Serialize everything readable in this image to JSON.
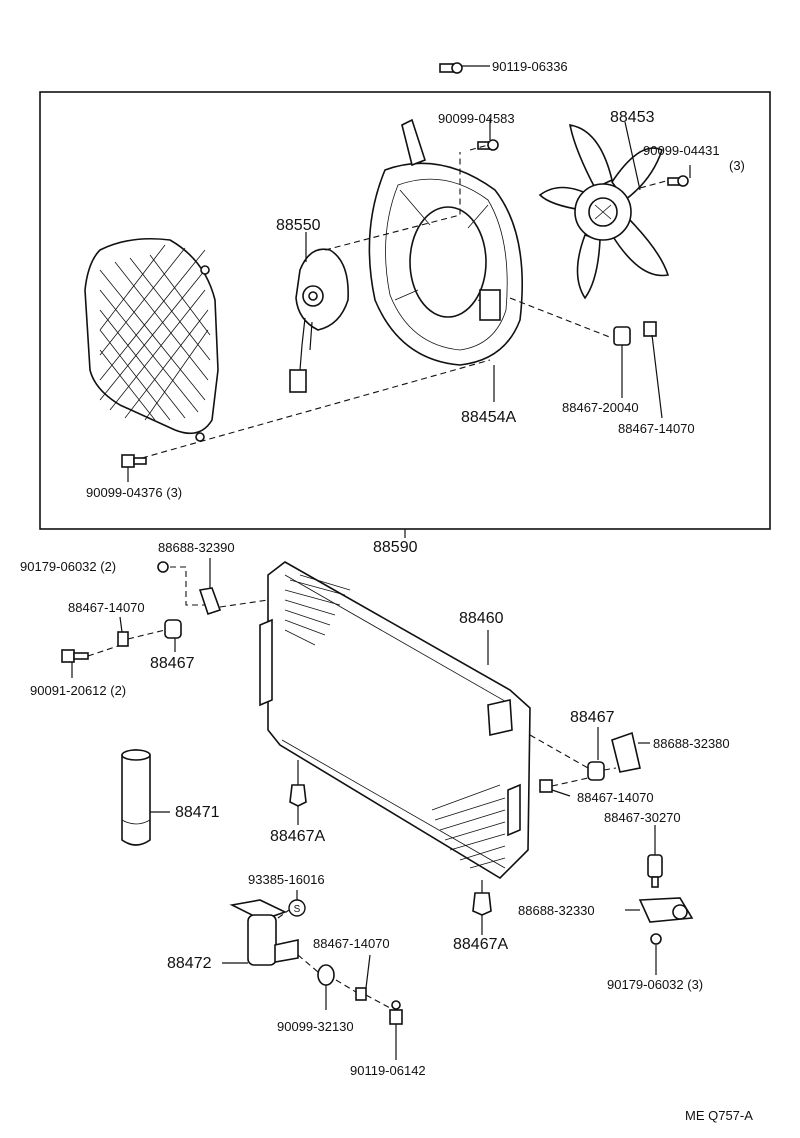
{
  "labels": {
    "p90119_06336": "90119-06336",
    "p90099_04583": "90099-04583",
    "p88453": "88453",
    "p90099_04431": "90099-04431",
    "p90099_04431_qty": "(3)",
    "p88550": "88550",
    "p88454A": "88454A",
    "p88467_20040": "88467-20040",
    "p88467_14070_a": "88467-14070",
    "p90099_04376": "90099-04376 (3)",
    "p88590": "88590",
    "p88688_32390": "88688-32390",
    "p90179_06032_2": "90179-06032 (2)",
    "p88467_14070_b": "88467-14070",
    "p88467_a": "88467",
    "p90091_20612": "90091-20612 (2)",
    "p88460": "88460",
    "p88467_b": "88467",
    "p88688_32380": "88688-32380",
    "p88467_14070_c": "88467-14070",
    "p88467_30270": "88467-30270",
    "p88471": "88471",
    "p88467A_a": "88467A",
    "p88467A_b": "88467A",
    "p93385_16016": "93385-16016",
    "p88688_32330": "88688-32330",
    "p88472": "88472",
    "p88467_14070_d": "88467-14070",
    "p90179_06032_3": "90179-06032 (3)",
    "p90099_32130": "90099-32130",
    "p90119_06142": "90119-06142",
    "code": "ME Q757-A",
    "sticker_letter": "S"
  }
}
